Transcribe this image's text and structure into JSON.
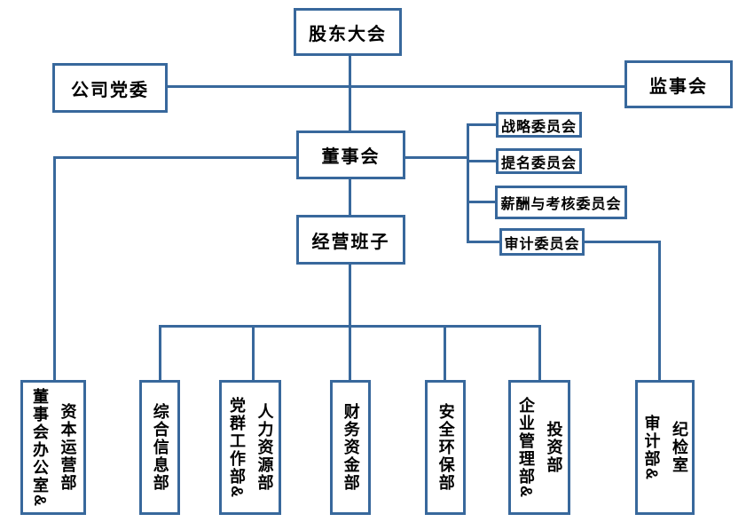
{
  "diagram": {
    "type": "org-chart",
    "colors": {
      "line": "#38689C",
      "box_fill": "#FFFFFF",
      "text": "#000000",
      "background": "#FFFFFF"
    },
    "nodes": {
      "shareholders_meeting": {
        "label": "股东大会"
      },
      "company_party_committee": {
        "label": "公司党委"
      },
      "supervisory_board": {
        "label": "监事会"
      },
      "board_of_directors": {
        "label": "董事会"
      },
      "strategy_committee": {
        "label": "战略委员会"
      },
      "nomination_committee": {
        "label": "提名委员会"
      },
      "remuneration_assessment_committee": {
        "label": "薪酬与考核委员会"
      },
      "audit_committee": {
        "label": "审计委员会"
      },
      "management_team": {
        "label": "经营班子"
      },
      "dept_board_office_capital_operations": {
        "label": "董事会办公室&\n资本运营部"
      },
      "dept_general_information": {
        "label": "综合信息部"
      },
      "dept_party_mass_work_human_resources": {
        "label": "党群工作部&\n人力资源部"
      },
      "dept_finance_funds": {
        "label": "财务资金部"
      },
      "dept_safety_environment": {
        "label": "安全环保部"
      },
      "dept_enterprise_management_investment": {
        "label": "企业管理部&\n投资部"
      },
      "dept_audit_discipline_inspection": {
        "label": "审计部&\n纪检室"
      }
    }
  }
}
